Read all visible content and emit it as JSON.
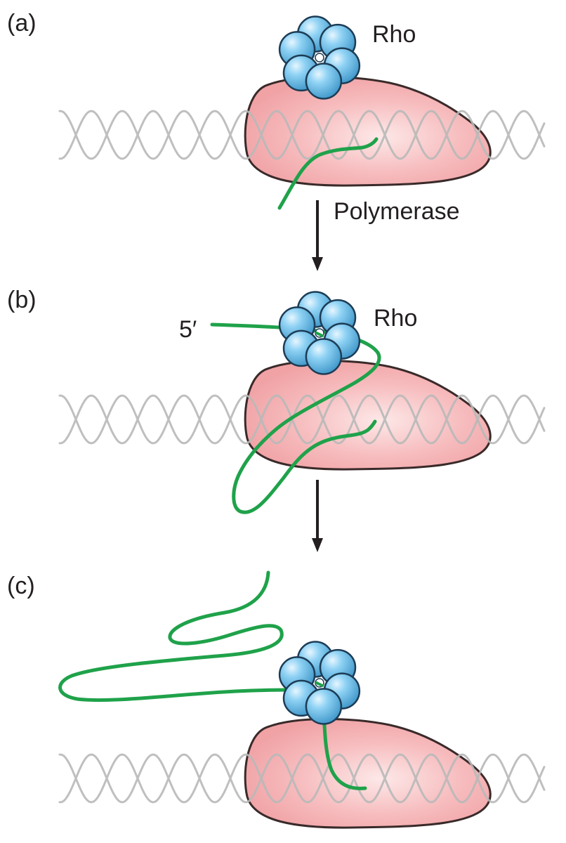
{
  "panels": [
    {
      "label": "(a)",
      "rho_label": "Rho",
      "polymerase_label": "Polymerase"
    },
    {
      "label": "(b)",
      "rho_label": "Rho",
      "rna_end_label": "5′"
    },
    {
      "label": "(c)"
    }
  ],
  "colors": {
    "polymerase_fill": "#f3a7a9",
    "polymerase_stroke": "#3a2a2a",
    "rho_fill": "#6cc0e8",
    "rho_stroke": "#1d3c55",
    "rna": "#1fa24a",
    "dna": "#b9b9b9",
    "arrow": "#231f20"
  }
}
